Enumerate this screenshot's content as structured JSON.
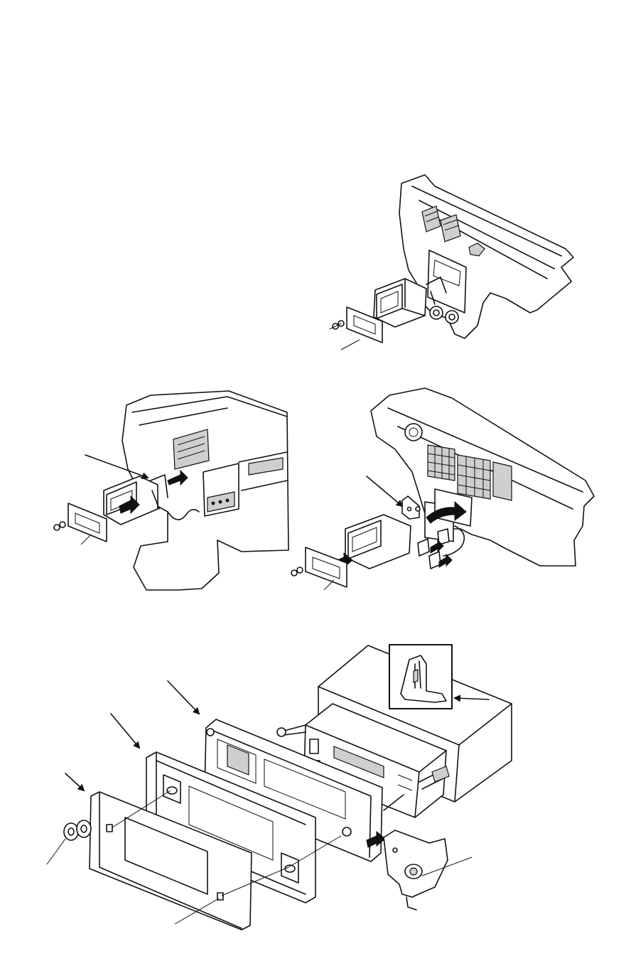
{
  "page": {
    "title": "",
    "caption": ""
  },
  "figures": [
    {
      "id": "fig-dash-top-right",
      "kind": "dashboard-installation",
      "callouts": []
    },
    {
      "id": "fig-dash-mid-left",
      "kind": "dashboard-installation",
      "callouts": []
    },
    {
      "id": "fig-dash-mid-right",
      "kind": "dashboard-installation",
      "callouts": []
    },
    {
      "id": "fig-exploded-kit",
      "kind": "exploded-mounting-kit",
      "callouts": []
    }
  ],
  "icons": {
    "arrow": "block-arrow-icon",
    "leader": "leader-arrow-icon"
  },
  "colors": {
    "ink": "#111111",
    "paper": "#ffffff",
    "shade": "#cfcfcf"
  }
}
